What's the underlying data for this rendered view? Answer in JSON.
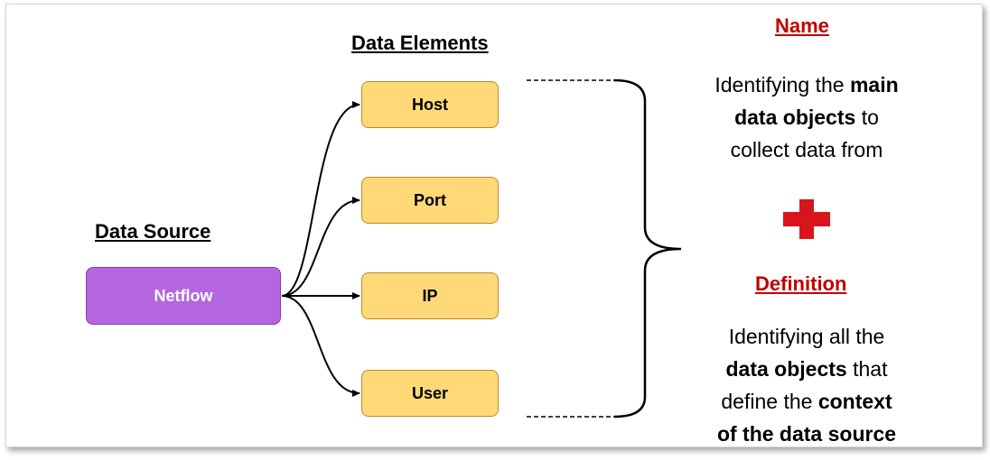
{
  "headings": {
    "data_elements": "Data Elements",
    "data_source": "Data Source",
    "name": "Name",
    "definition": "Definition"
  },
  "source": {
    "label": "Netflow"
  },
  "elements": [
    {
      "label": "Host"
    },
    {
      "label": "Port"
    },
    {
      "label": "IP"
    },
    {
      "label": "User"
    }
  ],
  "name_desc": {
    "l1_a": "Identifying the ",
    "l1_b": "main",
    "l2_a": "data objects",
    "l2_b": " to",
    "l3": "collect data from"
  },
  "definition_desc": {
    "l1": "Identifying all the",
    "l2_a": "data objects",
    "l2_b": " that",
    "l3_a": "define the ",
    "l3_b": "context",
    "l4": "of the data source"
  },
  "colors": {
    "source_fill": "#b466e0",
    "element_fill": "#ffd978",
    "accent_red": "#c00000",
    "plus_red": "#d8141c"
  },
  "icons": {
    "plus": "plus-icon",
    "brace": "curly-brace"
  }
}
